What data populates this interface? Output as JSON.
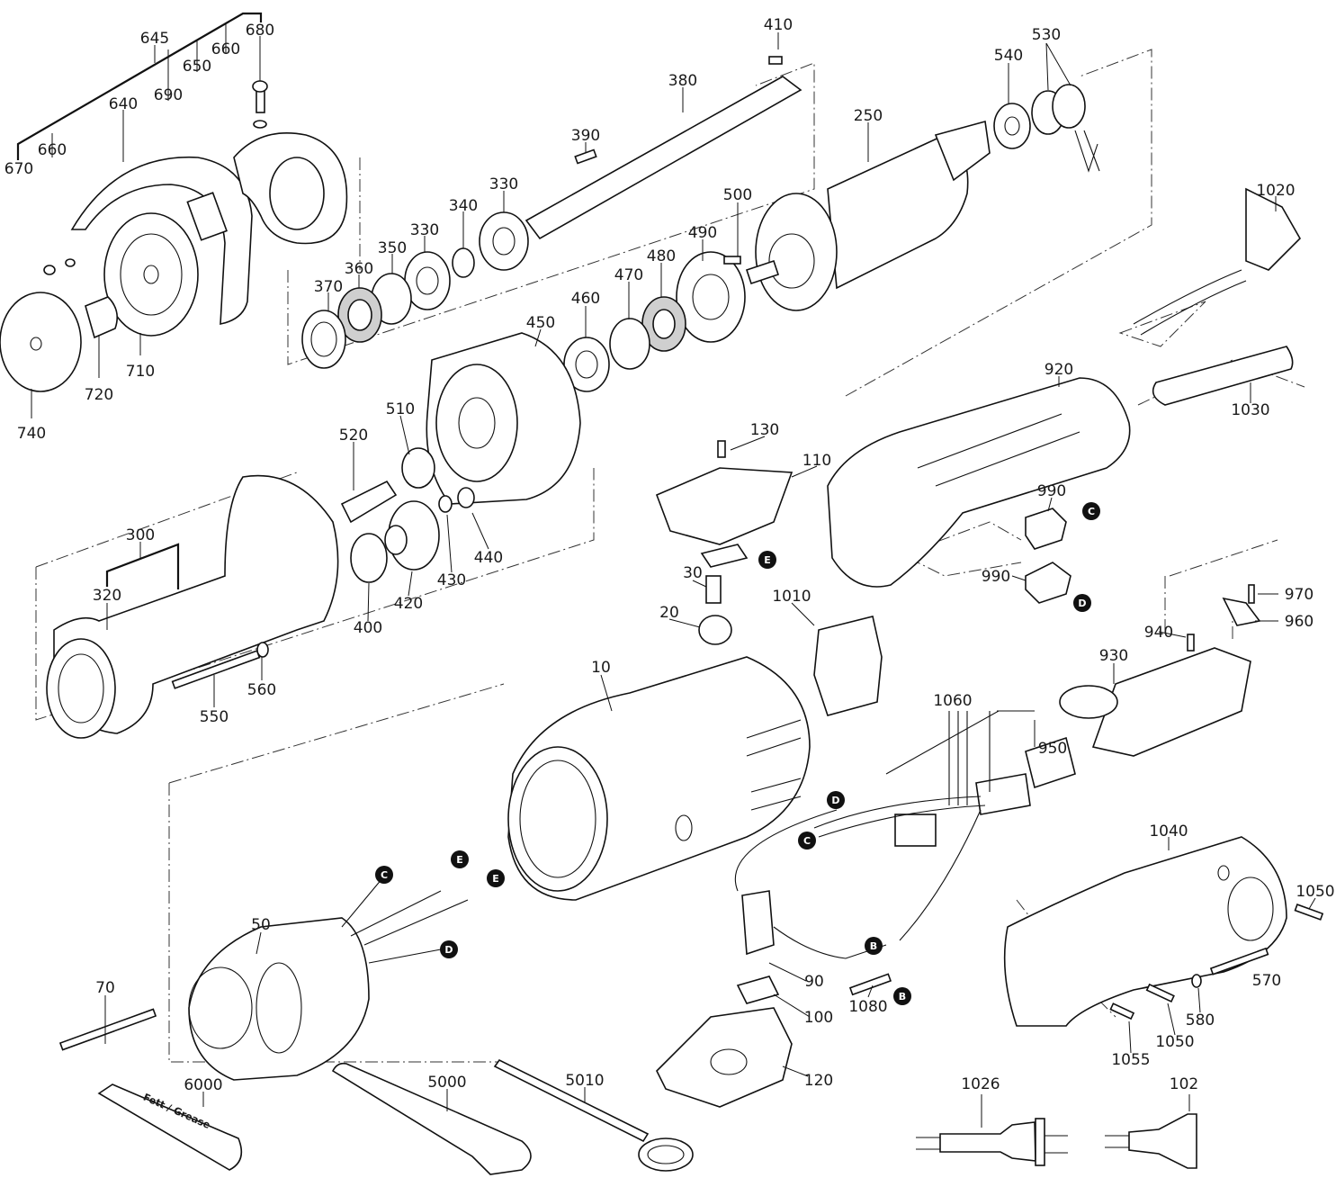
{
  "diagram": {
    "type": "exploded-parts-diagram",
    "part_labels": [
      "645",
      "680",
      "660",
      "650",
      "690",
      "640",
      "660",
      "670",
      "410",
      "380",
      "540",
      "530",
      "250",
      "390",
      "330",
      "340",
      "330",
      "350",
      "360",
      "370",
      "500",
      "490",
      "480",
      "470",
      "460",
      "450",
      "1020",
      "1030",
      "920",
      "740",
      "720",
      "710",
      "510",
      "520",
      "130",
      "110",
      "300",
      "320",
      "440",
      "430",
      "420",
      "400",
      "990",
      "990",
      "30",
      "20",
      "1010",
      "970",
      "960",
      "940",
      "930",
      "10",
      "550",
      "560",
      "1060",
      "950",
      "1040",
      "1050",
      "50",
      "70",
      "90",
      "1080",
      "570",
      "580",
      "1050",
      "1055",
      "100",
      "120",
      "6000",
      "5000",
      "5010",
      "1026",
      "102"
    ],
    "connector_labels": [
      "C",
      "E",
      "D",
      "D",
      "C",
      "C",
      "E",
      "E",
      "D",
      "B",
      "B"
    ],
    "tube_text": "Fett / Grease"
  }
}
